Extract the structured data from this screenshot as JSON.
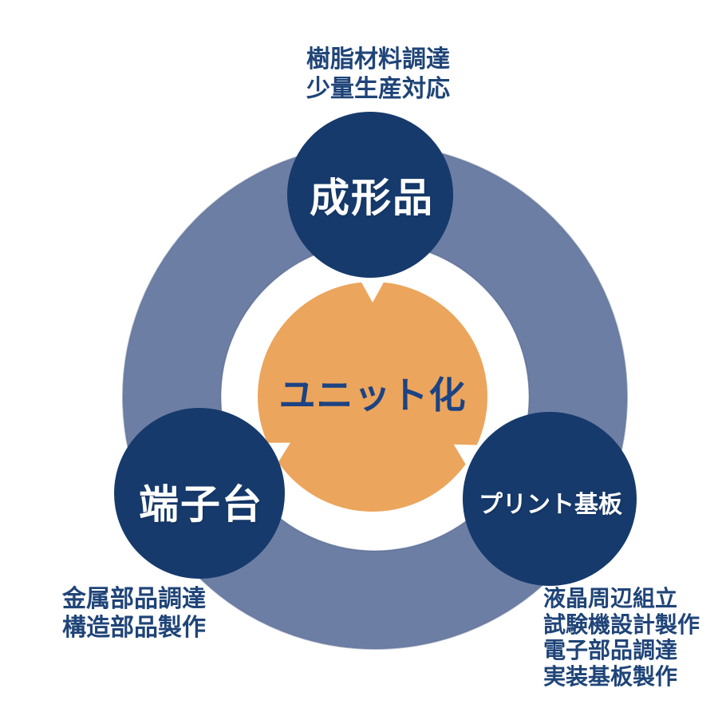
{
  "diagram": {
    "center_label": "ユニット化",
    "nodes": {
      "top": {
        "label": "成形品",
        "notes": [
          "樹脂材料調達",
          "少量生産対応"
        ]
      },
      "bottom_left": {
        "label": "端子台",
        "notes": [
          "金属部品調達",
          "構造部品製作"
        ]
      },
      "bottom_right": {
        "label": "プリント基板",
        "notes": [
          "液晶周辺組立",
          "試験機設計製作",
          "電子部品調達",
          "実装基板製作"
        ]
      }
    },
    "colors": {
      "navy_circle": "#163a6c",
      "ring_slate": "#6d7ea4",
      "ring_edge": "#5d6f96",
      "center_orange": "#eca55c",
      "center_text": "#1c4383",
      "annotation_text": "#1f4478",
      "circle_text": "#ffffff",
      "background": "#ffffff"
    }
  }
}
